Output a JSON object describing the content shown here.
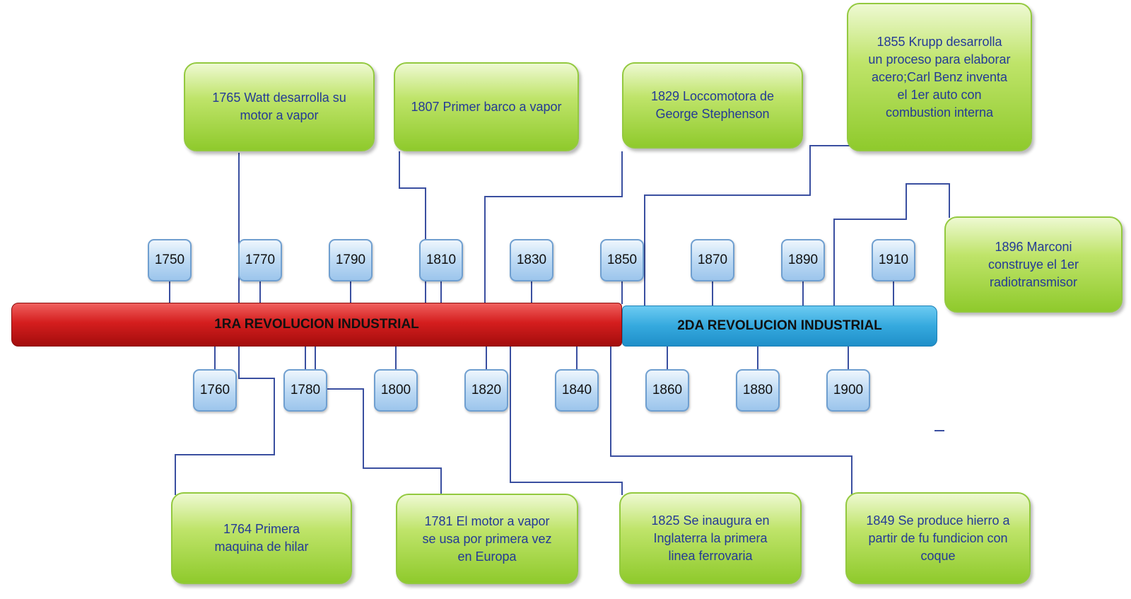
{
  "bands": {
    "first": "1RA REVOLUCION INDUSTRIAL",
    "second": "2DA REVOLUCION INDUSTRIAL"
  },
  "years_top": [
    "1750",
    "1770",
    "1790",
    "1810",
    "1830",
    "1850",
    "1870",
    "1890",
    "1910"
  ],
  "years_bottom": [
    "1760",
    "1780",
    "1800",
    "1820",
    "1840",
    "1860",
    "1880",
    "1900"
  ],
  "events_top": [
    "1765 Watt desarrolla su motor a vapor",
    "1807 Primer barco a vapor",
    "1829 Loccomotora de George Stephenson",
    "1855 Krupp desarrolla un proceso para elaborar acero;Carl Benz inventa el 1er auto con combustion interna",
    "1896 Marconi construye el 1er radiotransmisor"
  ],
  "events_bottom": [
    "1764     Primera maquina de hilar",
    "1781 El motor a vapor se usa por primera vez en Europa",
    "1825 Se inaugura en Inglaterra la primera linea ferrovaria",
    "1849 Se produce hierro a partir de fu fundicion con coque"
  ],
  "colors": {
    "band_first": "#d51e1e",
    "band_second": "#35a9de",
    "year_box": "#bad8f3",
    "event_box": "#bfe46a",
    "event_text": "#243a96",
    "connector": "#3a4fa0"
  }
}
